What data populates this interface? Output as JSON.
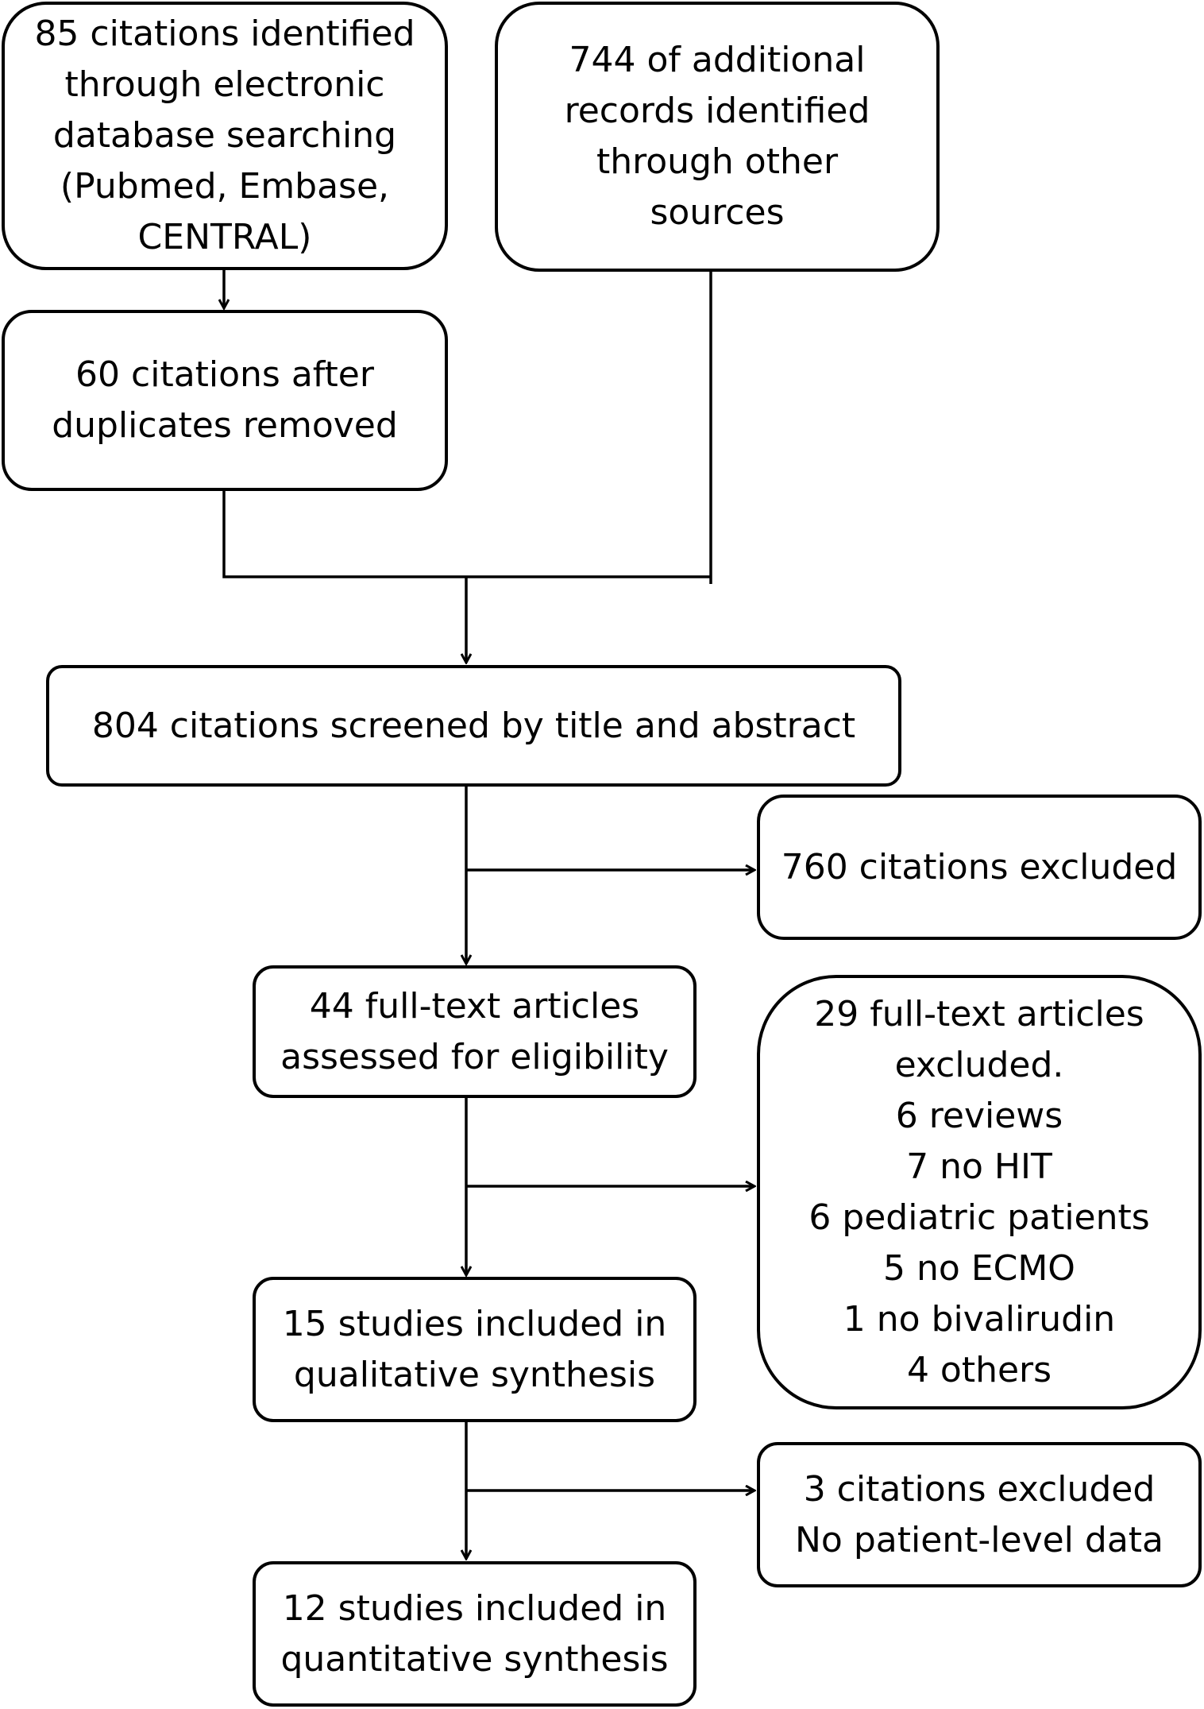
{
  "boxes": {
    "database_search": {
      "lines": [
        "85 citations identified",
        "through electronic",
        "database searching",
        "(Pubmed, Embase,",
        "CENTRAL)"
      ]
    },
    "other_sources": {
      "lines": [
        "744 of additional",
        "records identified",
        "through other",
        "sources"
      ]
    },
    "after_duplicates": {
      "lines": [
        "60 citations after",
        "duplicates removed"
      ]
    },
    "screened": {
      "lines": [
        "804 citations screened by title and abstract"
      ]
    },
    "excluded_screening": {
      "lines": [
        "760 citations excluded"
      ]
    },
    "fulltext_assessed": {
      "lines": [
        "44 full-text  articles",
        "assessed for eligibility"
      ]
    },
    "fulltext_excluded": {
      "lines": [
        "29 full-text  articles",
        "excluded.",
        "6 reviews",
        "7 no HIT",
        "6 pediatric patients",
        "5 no ECMO",
        "1 no bivalirudin",
        "4 others"
      ]
    },
    "qualitative": {
      "lines": [
        "15 studies included in",
        "qualitative synthesis"
      ]
    },
    "excluded_patient_data": {
      "lines": [
        "3 citations excluded",
        "No patient-level data"
      ]
    },
    "quantitative": {
      "lines": [
        "12 studies included in",
        "quantitative synthesis"
      ]
    }
  }
}
